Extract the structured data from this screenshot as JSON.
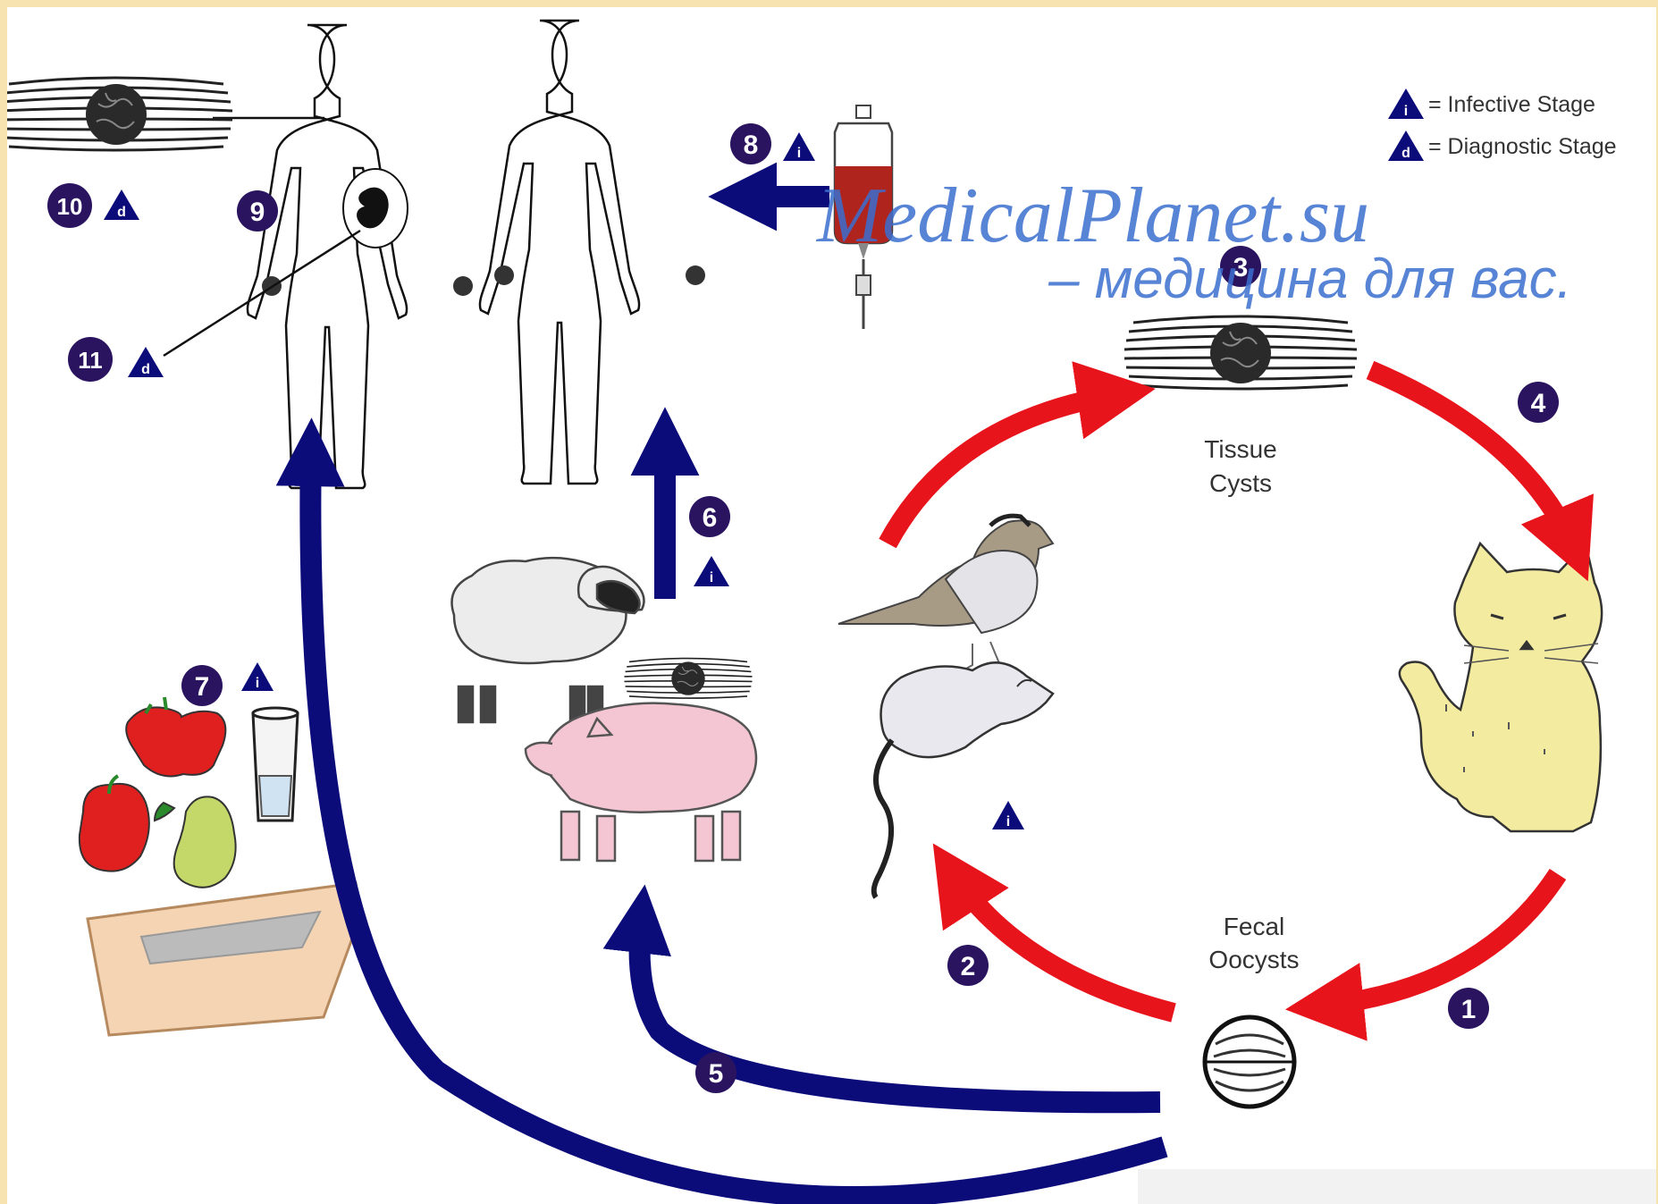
{
  "legend": {
    "infective_letter": "i",
    "infective_text": "= Infective Stage",
    "diagnostic_letter": "d",
    "diagnostic_text": "= Diagnostic Stage"
  },
  "labels": {
    "tissue_cysts_line1": "Tissue",
    "tissue_cysts_line2": "Cysts",
    "fecal_oocysts_line1": "Fecal",
    "fecal_oocysts_line2": "Oocysts"
  },
  "steps": {
    "s1": "1",
    "s2": "2",
    "s3": "3",
    "s4": "4",
    "s5": "5",
    "s6": "6",
    "s7": "7",
    "s8": "8",
    "s9": "9",
    "s10": "10",
    "s11": "11"
  },
  "stage_letters": {
    "infective": "i",
    "diagnostic": "d"
  },
  "watermark": {
    "line1": "MedicalPlanet.su",
    "line2": "– медицина для вас."
  },
  "colors": {
    "red_arrow": "#e8141b",
    "blue_arrow": "#0b0b7a",
    "number_circle": "#2a1460",
    "stage_triangle": "#0b0b7a",
    "slide_frame": "#f6e3b0"
  },
  "icons": [
    "human-figure-icon",
    "blood-bag-icon",
    "cat-icon",
    "bird-icon",
    "rat-icon",
    "sheep-icon",
    "pig-icon",
    "fruit-icon",
    "water-glass-icon",
    "litter-box-icon",
    "tissue-cyst-icon",
    "oocyst-icon",
    "fetus-icon"
  ]
}
